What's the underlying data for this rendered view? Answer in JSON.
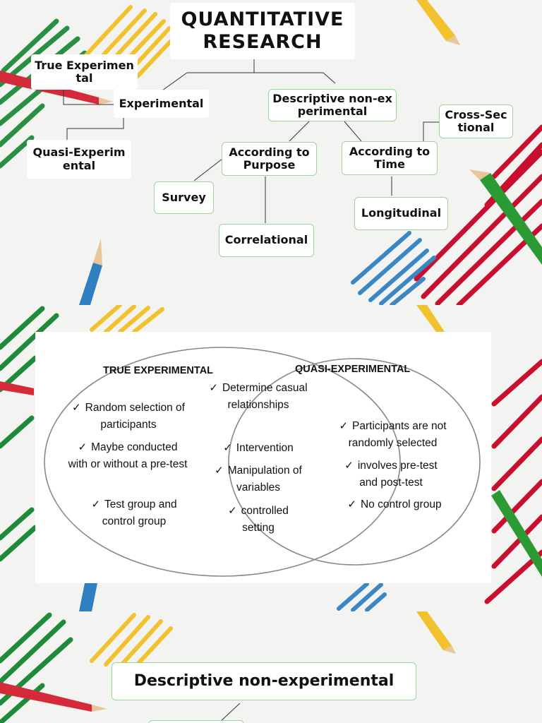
{
  "slide1": {
    "title": "QUANTITATIVE RESEARCH",
    "nodes": {
      "experimental": "Experimental",
      "descriptive": "Descriptive non-experimental",
      "true_experimental": "True Experimental",
      "quasi_experimental": "Quasi-Experimental",
      "according_purpose": "According to Purpose",
      "according_time": "According to Time",
      "cross_sectional": "Cross-Sectional",
      "survey": "Survey",
      "correlational": "Correlational",
      "longitudinal": "Longitudinal"
    }
  },
  "slide2": {
    "left_heading": "TRUE EXPERIMENTAL",
    "right_heading": "QUASI-EXPERIMENTAL",
    "left_items": [
      "Random selection of participants",
      "Maybe conducted with or without a pre-test",
      "Test group and control group"
    ],
    "center_items": [
      "Determine casual relationships",
      "Intervention",
      "Manipulation of variables",
      "controlled setting"
    ],
    "right_items": [
      "Participants are not randomly selected",
      "involves pre-test and post-test",
      "No control group"
    ],
    "check_glyph": "✓"
  },
  "slide3": {
    "title": "Descriptive non-experimental"
  },
  "colors": {
    "node_border": "#9fd49a",
    "green_stroke": "#1f8a3a",
    "red_stroke": "#c8102e",
    "yellow_stroke": "#f2c12e",
    "blue_stroke": "#3a87c4"
  }
}
